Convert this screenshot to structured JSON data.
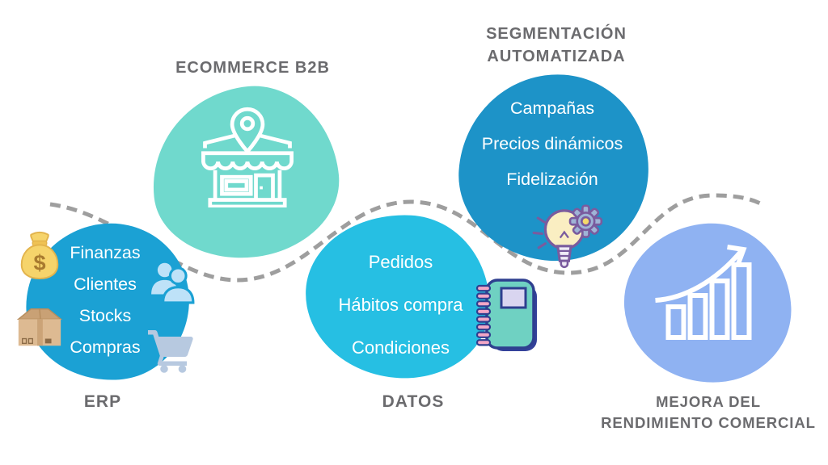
{
  "connector": {
    "color": "#9e9e9e",
    "style": "dashed"
  },
  "header_color": "#6b6b6e",
  "nodes": {
    "erp": {
      "label": "ERP",
      "color": "#1ba1d4",
      "items": [
        "Finanzas",
        "Clientes",
        "Stocks",
        "Compras"
      ],
      "icons": [
        "money-bag-icon",
        "people-icon",
        "box-icon",
        "cart-icon"
      ]
    },
    "ecommerce": {
      "label": "ECOMMERCE B2B",
      "color": "#70d9cd",
      "icon": "store-location-icon"
    },
    "datos": {
      "label": "DATOS",
      "color": "#26bfe3",
      "items": [
        "Pedidos",
        "Hábitos compra",
        "Condiciones"
      ],
      "icon": "notebook-icon"
    },
    "segmentacion": {
      "label_lines": [
        "SEGMENTACIÓN",
        "AUTOMATIZADA"
      ],
      "color": "#1d93c8",
      "items": [
        "Campañas",
        "Precios dinámicos",
        "Fidelización"
      ],
      "icon": "bulb-gear-icon"
    },
    "mejora": {
      "label_lines": [
        "MEJORA DEL",
        "RENDIMIENTO COMERCIAL"
      ],
      "color": "#8fb2f2",
      "icon": "growth-chart-icon"
    }
  },
  "symbols": {
    "currency": "$"
  }
}
